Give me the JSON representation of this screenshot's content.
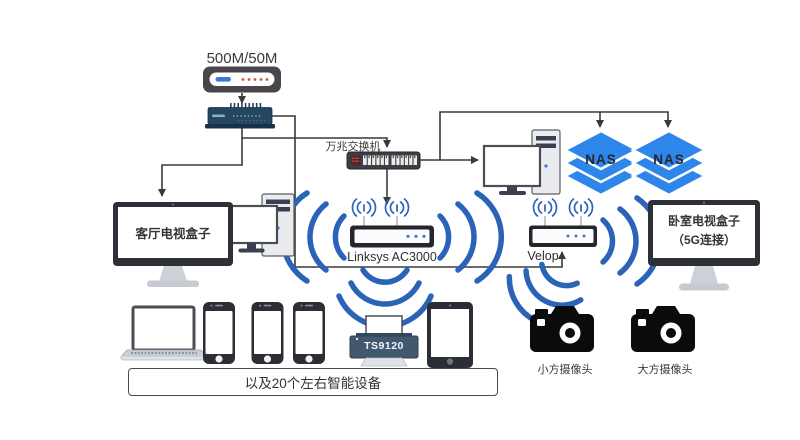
{
  "diagram": {
    "internet_speed": "500M/50M",
    "switch_label": "万兆交换机",
    "router_main_label": "Linksys AC3000",
    "router_mesh_label": "Velop",
    "living_tv_label": "客厅电视盒子",
    "bedroom_tv_label_line1": "卧室电视盒子",
    "bedroom_tv_label_line2": "（5G连接）",
    "nas1_label": "NAS",
    "nas2_label": "NAS",
    "printer_label": "TS9120",
    "camera_small_label": "小方摄像头",
    "camera_large_label": "大方摄像头",
    "smart_devices_note": "以及20个左右智能设备",
    "icons": [
      "modem-icon",
      "router-icon",
      "switch-icon",
      "wifi-signal-icon",
      "antenna-icon",
      "desktop-pc-icon",
      "tv-icon",
      "nas-icon",
      "laptop-icon",
      "smartphone-icon",
      "tablet-icon",
      "printer-icon",
      "camera-icon",
      "arrow-connector"
    ],
    "colors": {
      "wifi_blue": "#2b63b8",
      "nas_blue": "#2f86ea",
      "device_dark": "#2b2e35",
      "router_navy": "#24465f",
      "printer_slate": "#41586f",
      "camera_black": "#0b0b0b",
      "connector_line": "#3a3a3a"
    }
  }
}
